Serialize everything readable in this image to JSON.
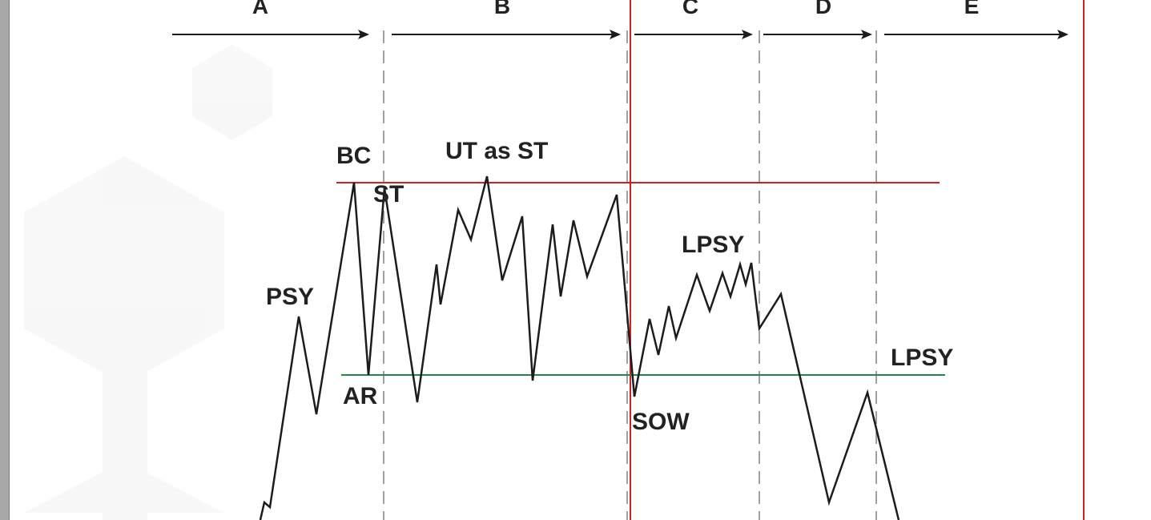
{
  "phases": [
    "A",
    "B",
    "C",
    "D",
    "E"
  ],
  "events": {
    "psy": "PSY",
    "bc": "BC",
    "ar": "AR",
    "st": "ST",
    "ut_as_st": "UT as ST",
    "lpsy_1": "LPSY",
    "sow": "SOW",
    "lpsy_2": "LPSY"
  },
  "colors": {
    "resistance_line": "#d42020",
    "support_line": "#1f8a45",
    "phase_c_boundary": "#d42020",
    "price_path": "#1c1c1c",
    "phase_separator": "#808080"
  }
}
